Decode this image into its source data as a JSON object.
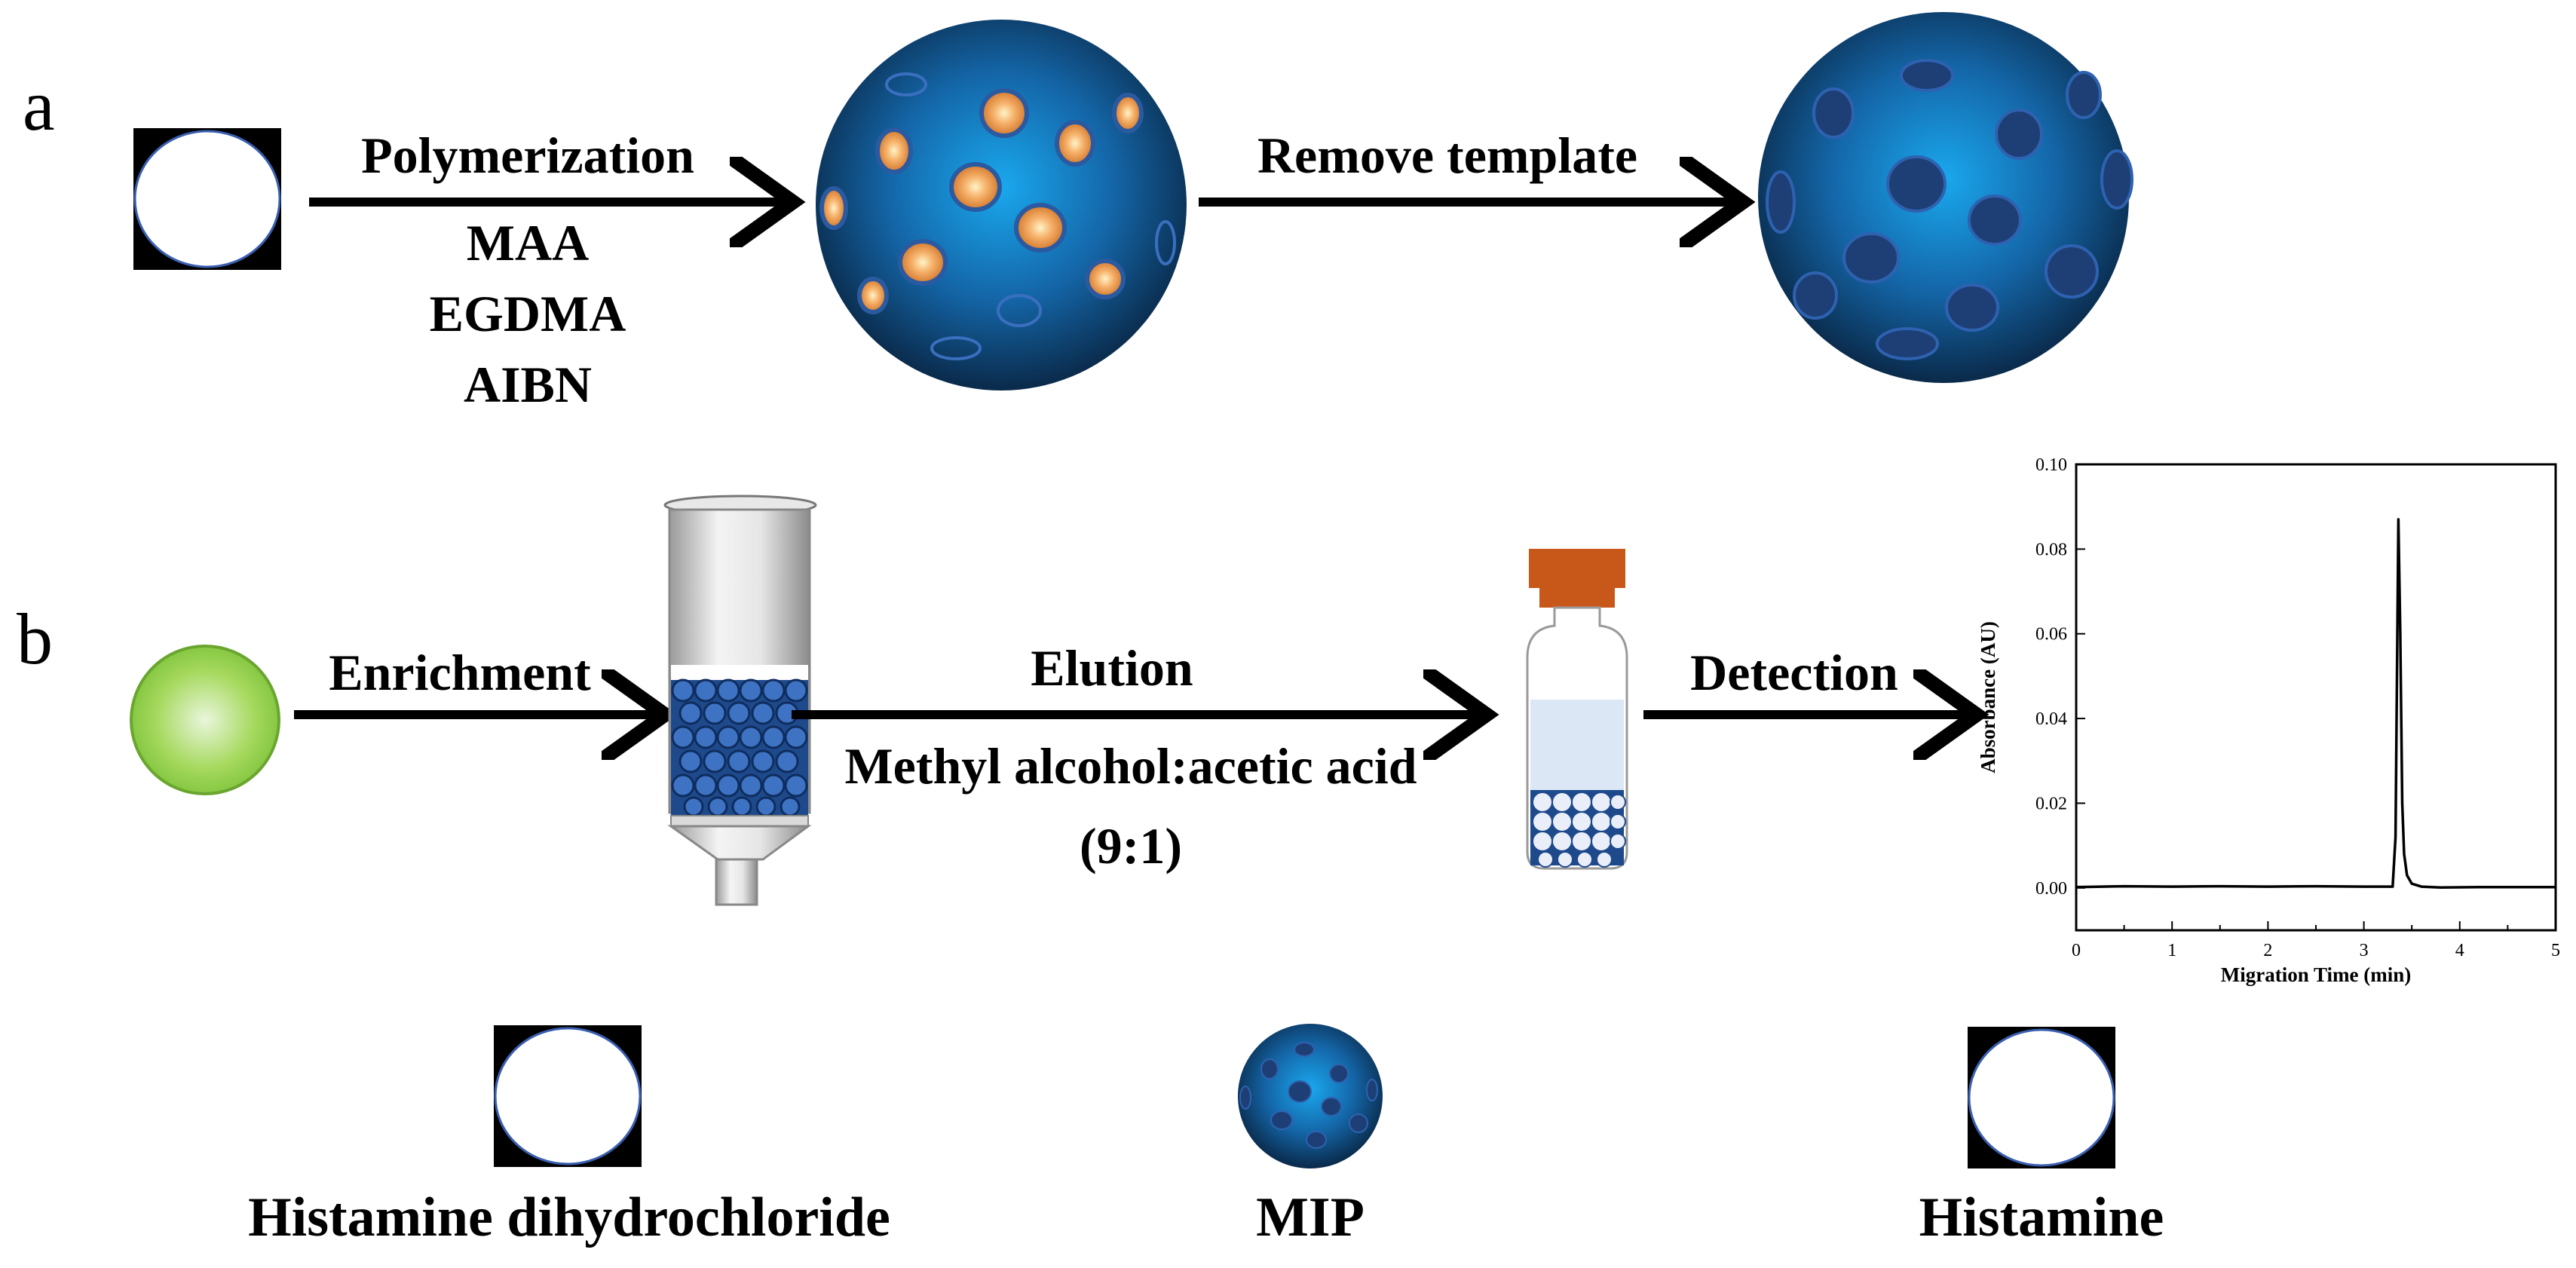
{
  "panels": {
    "a": "a",
    "b": "b"
  },
  "steps": {
    "polymerization": "Polymerization",
    "reagents": [
      "MAA",
      "EGDMA",
      "AIBN"
    ],
    "remove_template": "Remove template",
    "enrichment": "Enrichment",
    "elution": "Elution",
    "eluent": "Methyl alcohol:acetic acid",
    "eluent_ratio": "(9:1)",
    "detection": "Detection"
  },
  "legend": {
    "template": "Histamine dihydrochloride",
    "mip": "MIP",
    "analyte": "Histamine"
  },
  "colors": {
    "mip_center": "#1aa0e6",
    "mip_edge": "#0a2a4a",
    "cavity": "#1d3f75",
    "template_glow": "#f2a65a",
    "analyte_green": "#8ccf3a",
    "cap_orange": "#c85a12",
    "arrow": "#000000"
  },
  "chart_data": {
    "type": "line",
    "xlabel": "Migration Time (min)",
    "ylabel": "Absorbance (AU)",
    "xlim": [
      0,
      5
    ],
    "ylim": [
      -0.01,
      0.1
    ],
    "xticks": [
      "0",
      "1",
      "2",
      "3",
      "4",
      "5"
    ],
    "yticks": [
      "0.00",
      "0.02",
      "0.04",
      "0.06",
      "0.08",
      "0.10"
    ],
    "series": [
      {
        "x": [
          0,
          0.5,
          1.0,
          1.5,
          2.0,
          2.5,
          3.0,
          3.3,
          3.33,
          3.36,
          3.38,
          3.4,
          3.42,
          3.45,
          3.5,
          3.6,
          3.8,
          4.2,
          5.0
        ],
        "y": [
          0.0002,
          0.0004,
          0.0003,
          0.0004,
          0.0003,
          0.0004,
          0.0003,
          0.0003,
          0.012,
          0.087,
          0.06,
          0.02,
          0.008,
          0.003,
          0.001,
          0.0003,
          0.0001,
          0.0002,
          0.0002
        ]
      }
    ],
    "grid": false
  }
}
